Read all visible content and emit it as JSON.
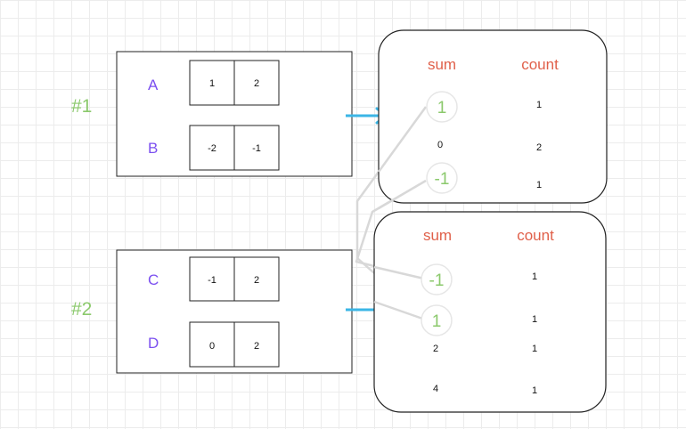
{
  "groups": [
    {
      "id": "#1",
      "rows": [
        {
          "letter": "A",
          "cells": [
            "1",
            "2"
          ]
        },
        {
          "letter": "B",
          "cells": [
            "-2",
            "-1"
          ]
        }
      ]
    },
    {
      "id": "#2",
      "rows": [
        {
          "letter": "C",
          "cells": [
            "-1",
            "2"
          ]
        },
        {
          "letter": "D",
          "cells": [
            "0",
            "2"
          ]
        }
      ]
    }
  ],
  "tables": [
    {
      "sum_header": "sum",
      "count_header": "count",
      "rows": [
        {
          "sum": "1",
          "count": "1",
          "highlighted": true
        },
        {
          "sum": "0",
          "count": "2",
          "highlighted": false
        },
        {
          "sum": "-1",
          "count": "1",
          "highlighted": true
        }
      ]
    },
    {
      "sum_header": "sum",
      "count_header": "count",
      "rows": [
        {
          "sum": "-1",
          "count": "1",
          "highlighted": true
        },
        {
          "sum": "1",
          "count": "1",
          "highlighted": true
        },
        {
          "sum": "2",
          "count": "1",
          "highlighted": false
        },
        {
          "sum": "4",
          "count": "1",
          "highlighted": false
        }
      ]
    }
  ],
  "colors": {
    "letter": "#7b4ff0",
    "group_id": "#8bc96c",
    "header": "#e0604a",
    "arrow": "#3bb6e6",
    "connector": "#d6d6d6"
  }
}
